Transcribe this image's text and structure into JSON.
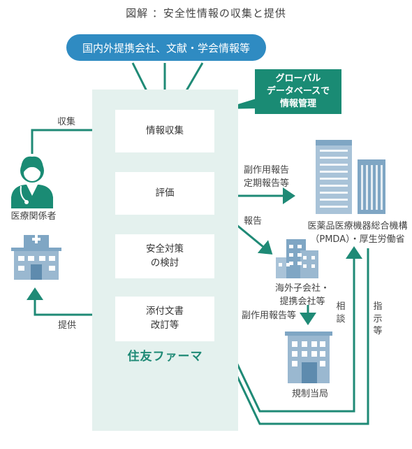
{
  "title": "図解 ：安全性情報の収集と提供",
  "source_pill": "国内外提携会社、文献・学会情報等",
  "callout": "グローバル\nデータベースで\n情報管理",
  "company": "住友ファーマ",
  "steps": {
    "collect": "情報収集",
    "evaluate": "評価",
    "measures": "安全対策\nの検討",
    "revise": "添付文書\n改訂等"
  },
  "medical_staff": "医療関係者",
  "edge_labels": {
    "collect": "収集",
    "provide": "提供",
    "side_effect_reports": "副作用報告\n定期報告等",
    "report": "報告",
    "side_effect_report2": "副作用報告等",
    "consult": "相談",
    "instruct": "指示等"
  },
  "authority": "医薬品医療機器総合機構\n（PMDA）・厚生労働省",
  "overseas": "海外子会社・\n提携会社等",
  "regulator": "規制当局",
  "colors": {
    "teal": "#1a8b74",
    "arrow": "#1f8a76",
    "pill_blue": "#2f8bc2",
    "bg_panel": "#e4f1ee",
    "building": "#7fa6c4"
  }
}
